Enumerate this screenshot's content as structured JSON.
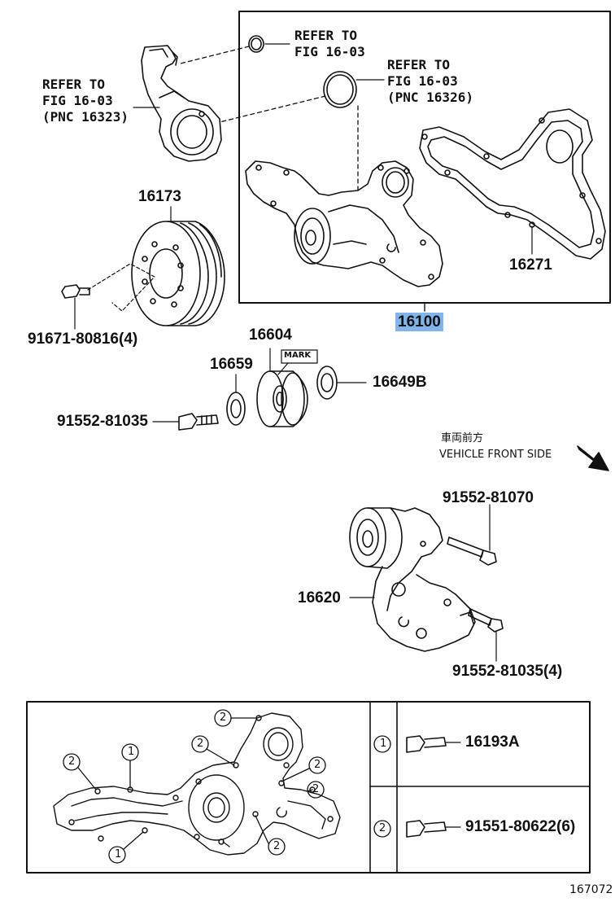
{
  "refs": {
    "top_right_1": [
      "REFER TO",
      "FIG 16-03"
    ],
    "top_right_2": [
      "REFER TO",
      "FIG 16-03",
      "(PNC 16326)"
    ],
    "top_left": [
      "REFER TO",
      "FIG 16-03",
      "(PNC 16323)"
    ]
  },
  "parts": {
    "p16173": "16173",
    "p16271": "16271",
    "p16100": "16100",
    "p91671": "91671-80816(4)",
    "p16604": "16604",
    "mark": "MARK",
    "p16659": "16659",
    "p16649b": "16649B",
    "p91552_81035": "91552-81035",
    "p91552_81070": "91552-81070",
    "p16620": "16620",
    "p91552_81035_4": "91552-81035(4)"
  },
  "front": {
    "jp": "車両前方",
    "en": "VEHICLE FRONT SIDE"
  },
  "legend": {
    "row1": {
      "num": "1",
      "part": "16193A"
    },
    "row2": {
      "num": "2",
      "part": "91551-80622(6)"
    }
  },
  "callouts": [
    "2",
    "1",
    "2",
    "2",
    "2",
    "2",
    "1",
    "2"
  ],
  "figure_id": "167072"
}
